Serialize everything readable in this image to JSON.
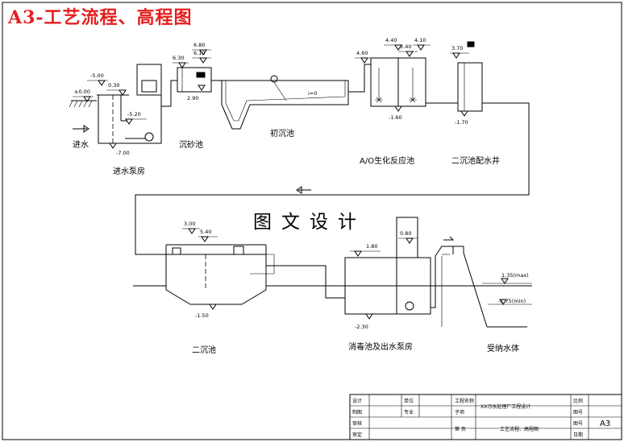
{
  "title": "A3-工艺流程、高程图",
  "watermark": "图文设计",
  "units": {
    "intake_pump": {
      "label": "进水泵房",
      "inlet_label": "进水"
    },
    "grit": {
      "label": "沉砂池"
    },
    "primary": {
      "label": "初沉池"
    },
    "ao": {
      "label": "A/O生化反应池"
    },
    "distribution": {
      "label": "二沉池配水井"
    },
    "secondary": {
      "label": "二沉池"
    },
    "disinfection": {
      "label": "消毒池及出水泵房"
    },
    "receiving": {
      "label": "受纳水体"
    }
  },
  "elevations": {
    "e000": "±0.00",
    "e_500": "-5.00",
    "e030": "0.30",
    "e_520": "-5.20",
    "e_700": "-7.00",
    "e630": "6.30",
    "e680": "6.80",
    "e610": "6.10",
    "e290": "2.90",
    "slope": "i=0",
    "e460": "4.60",
    "e440": "4.40",
    "e540a": "5.40",
    "e410": "4.10",
    "e_160": "-1.60",
    "e370": "3.70",
    "e_170": "-1.70",
    "e300": "3.00",
    "e540b": "5.40",
    "e_150": "-1.50",
    "e180": "1.80",
    "e080": "0.80",
    "e_230": "-2.30",
    "e135max": "1.35(max)",
    "e_175min": "-1.75(min)"
  },
  "title_block": {
    "r1c1": "设计",
    "r2c1": "制图",
    "r3c1": "审核",
    "r4c1": "审定",
    "r1c2": "单位",
    "r2c2": "专业",
    "r1c3": "工程名称",
    "r2c3": "子项",
    "project": "XX污水处理厂工程设计",
    "drawing_name": "工艺流程、高程图",
    "scale_label": "比例",
    "sheet_label": "图号",
    "sheet_value": "A3",
    "date_label": "日期",
    "code_label": "图号",
    "page_label": "第 页"
  }
}
